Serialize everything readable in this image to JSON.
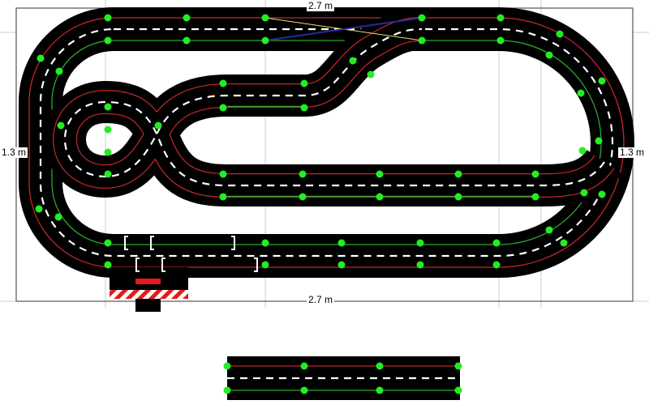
{
  "dimensions": {
    "top_width": "2.7 m",
    "bottom_width": "2.7 m",
    "left_height": "1.3 m",
    "right_height": "1.3 m"
  },
  "colors": {
    "track": "#000000",
    "lane_outer": "#c0262a",
    "lane_inner": "#2ea82e",
    "marker": "#22ee22",
    "center_dash": "#ffffff",
    "start_red": "#e31b1b"
  }
}
